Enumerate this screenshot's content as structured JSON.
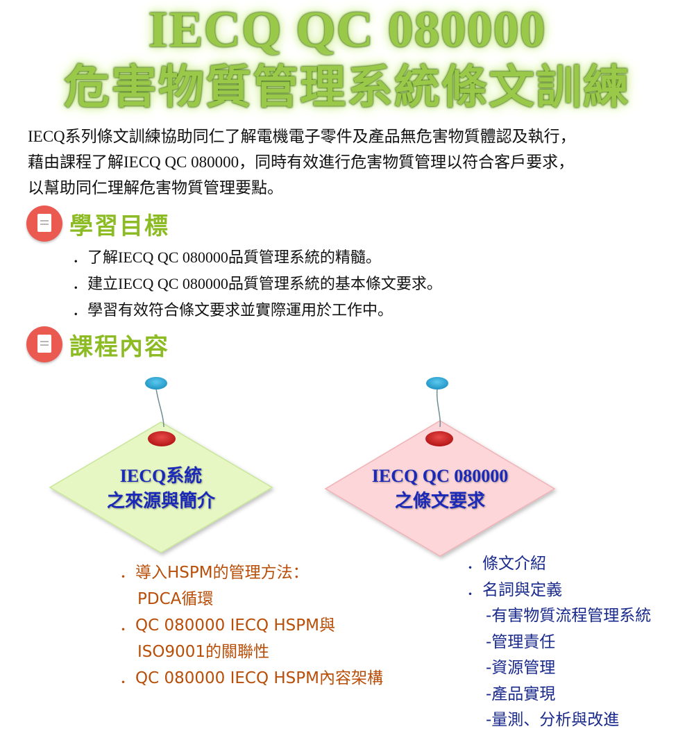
{
  "title": {
    "line1": "IECQ QC 080000",
    "line2": "危害物質管理系統條文訓練"
  },
  "intro": [
    "IECQ系列條文訓練協助同仁了解電機電子零件及產品無危害物質體認及執行，",
    "藉由課程了解IECQ QC 080000，同時有效進行危害物質管理以符合客戶要求，",
    "以幫助同仁理解危害物質管理要點。"
  ],
  "goals_section": {
    "title": "學習目標",
    "icon": "document-icon",
    "items": [
      "．了解IECQ QC 080000品質管理系統的精髓。",
      "．建立IECQ QC 080000品質管理系統的基本條文要求。",
      "．學習有效符合條文要求並實際運用於工作中。"
    ]
  },
  "content_section": {
    "title": "課程內容",
    "icon": "document-icon"
  },
  "diagram": {
    "left": {
      "label_line1": "IECQ系統",
      "label_line2": "之來源與簡介",
      "fill": "#e6f7c3",
      "items": [
        "．導入HSPM的管理方法：",
        "PDCA循環",
        "．QC 080000 IECQ HSPM與",
        "ISO9001的關聯性",
        "．QC 080000 IECQ HSPM內容架構"
      ]
    },
    "right": {
      "label_line1": "IECQ QC 080000",
      "label_line2": "之條文要求",
      "fill": "#fcd6d8",
      "items": [
        "．條文介紹",
        "．名詞與定義",
        "-有害物質流程管理系統",
        "-管理責任",
        "-資源管理",
        "-產品實現",
        "-量測、分析與改進"
      ]
    },
    "colors": {
      "pin_top": "#2ea6d0",
      "pin_bottom": "#cc2020",
      "left_text": "#b84e08",
      "right_text": "#1a2a8c",
      "label_text": "#1a29b8"
    }
  }
}
